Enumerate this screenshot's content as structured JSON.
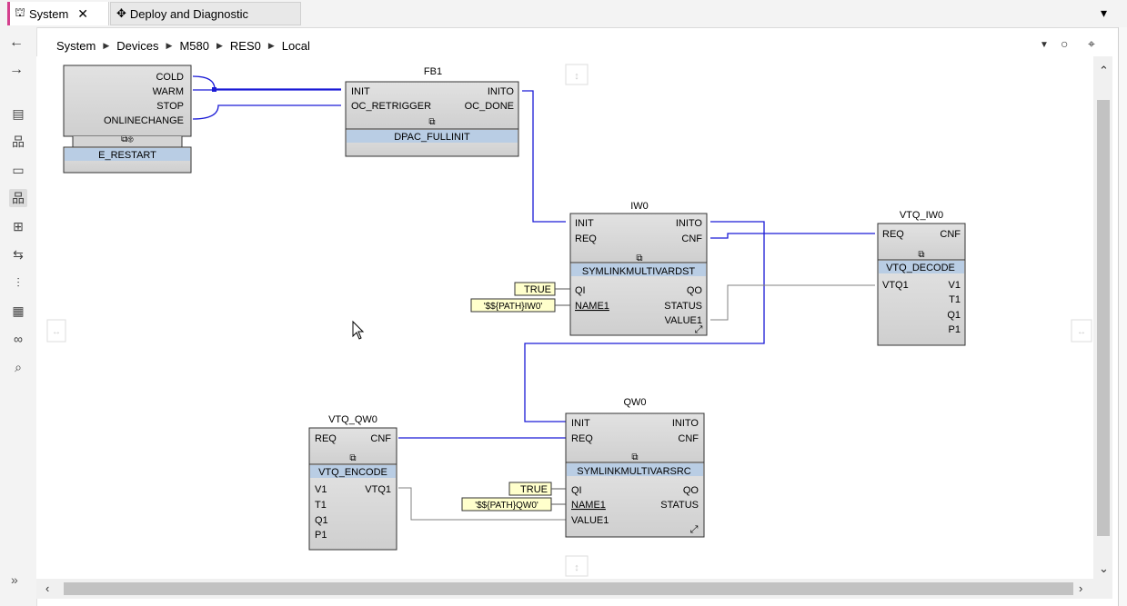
{
  "tabs": [
    {
      "label": "System",
      "close": "✕",
      "active": true,
      "icon": "system-icon"
    },
    {
      "label": "Deploy and Diagnostic",
      "active": false,
      "icon": "deploy-icon"
    }
  ],
  "nav": {
    "back": "←",
    "forward": "→"
  },
  "breadcrumb": [
    "System",
    "Devices",
    "M580",
    "RES0",
    "Local"
  ],
  "blocks": {
    "restart": {
      "inputs": [],
      "outputs": [
        "COLD",
        "WARM",
        "STOP",
        "ONLINECHANGE"
      ],
      "type": "E_RESTART"
    },
    "fb1": {
      "name": "FB1",
      "inputs": [
        "INIT",
        "OC_RETRIGGER"
      ],
      "outputs": [
        "INITO",
        "OC_DONE"
      ],
      "type": "DPAC_FULLINIT"
    },
    "iw0": {
      "name": "IW0",
      "inputs": [
        "INIT",
        "REQ",
        "QI",
        "NAME1"
      ],
      "outputs": [
        "INITO",
        "CNF",
        "QO",
        "STATUS",
        "VALUE1"
      ],
      "type": "SYMLINKMULTIVARDST"
    },
    "vtq_iw0": {
      "name": "VTQ_IW0",
      "inputs": [
        "REQ",
        "VTQ1"
      ],
      "outputs": [
        "CNF",
        "V1",
        "T1",
        "Q1",
        "P1"
      ],
      "type": "VTQ_DECODE"
    },
    "qw0": {
      "name": "QW0",
      "inputs": [
        "INIT",
        "REQ",
        "QI",
        "NAME1",
        "VALUE1"
      ],
      "outputs": [
        "INITO",
        "CNF",
        "QO",
        "STATUS"
      ],
      "type": "SYMLINKMULTIVARSRC"
    },
    "vtq_qw0": {
      "name": "VTQ_QW0",
      "inputs": [
        "REQ",
        "V1",
        "T1",
        "Q1",
        "P1"
      ],
      "outputs": [
        "CNF",
        "VTQ1"
      ],
      "type": "VTQ_ENCODE"
    }
  },
  "constants": {
    "iw0_qi": "TRUE",
    "iw0_name": "'$${PATH}IW0'",
    "qw0_qi": "TRUE",
    "qw0_name": "'$${PATH}QW0'"
  },
  "colors": {
    "event_line": "#1a1ad6",
    "data_line": "#808080",
    "block_fill": "#d4d4d4",
    "type_band": "#b9cde4",
    "constant_fill": "#ffffcc"
  }
}
